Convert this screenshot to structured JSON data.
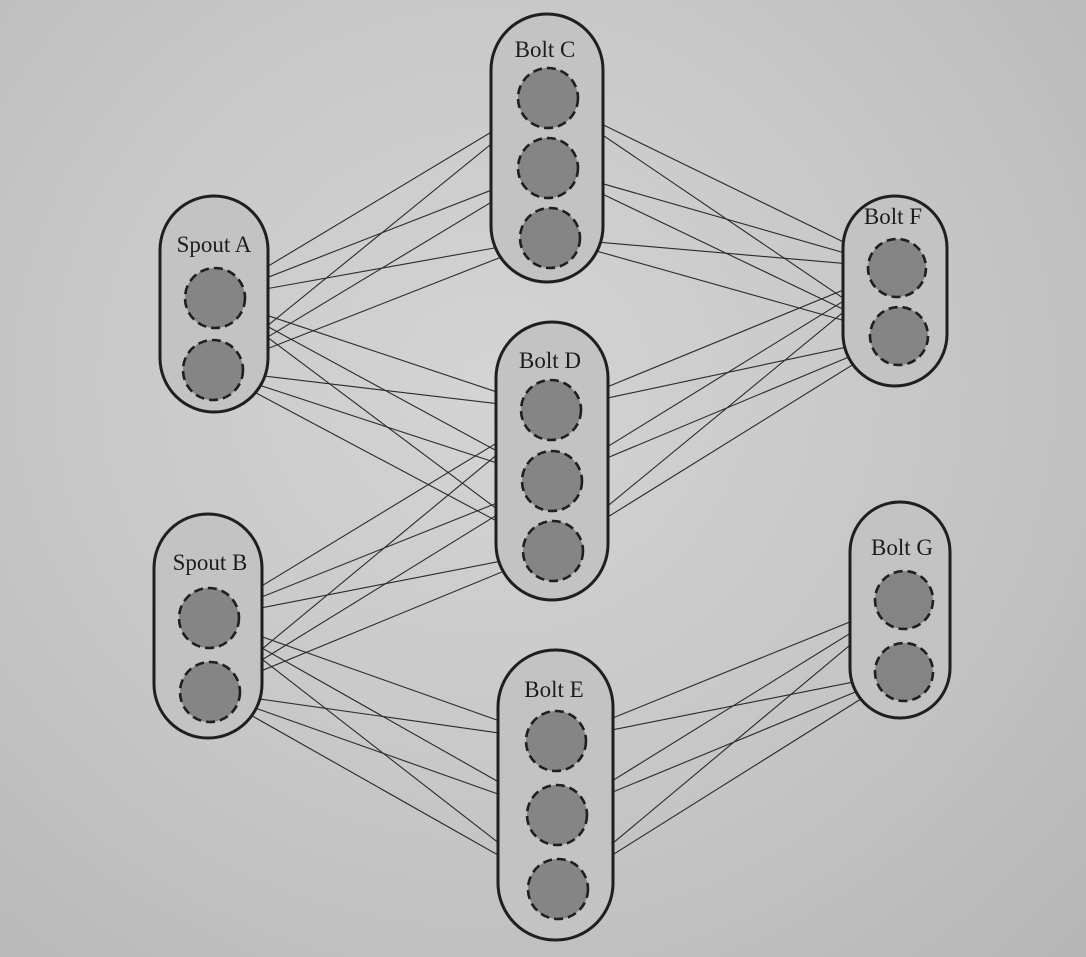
{
  "diagram": {
    "components": [
      {
        "id": "spoutA",
        "label": "Spout A",
        "kind": "spout",
        "tasks": 2
      },
      {
        "id": "spoutB",
        "label": "Spout B",
        "kind": "spout",
        "tasks": 2
      },
      {
        "id": "boltC",
        "label": "Bolt C",
        "kind": "bolt",
        "tasks": 3
      },
      {
        "id": "boltD",
        "label": "Bolt D",
        "kind": "bolt",
        "tasks": 3
      },
      {
        "id": "boltE",
        "label": "Bolt E",
        "kind": "bolt",
        "tasks": 3
      },
      {
        "id": "boltF",
        "label": "Bolt F",
        "kind": "bolt",
        "tasks": 2
      },
      {
        "id": "boltG",
        "label": "Bolt G",
        "kind": "bolt",
        "tasks": 2
      }
    ],
    "streams": [
      {
        "from": "spoutA",
        "to": "boltC"
      },
      {
        "from": "spoutA",
        "to": "boltD"
      },
      {
        "from": "spoutB",
        "to": "boltD"
      },
      {
        "from": "spoutB",
        "to": "boltE"
      },
      {
        "from": "boltC",
        "to": "boltF"
      },
      {
        "from": "boltD",
        "to": "boltF"
      },
      {
        "from": "boltE",
        "to": "boltG"
      }
    ]
  }
}
